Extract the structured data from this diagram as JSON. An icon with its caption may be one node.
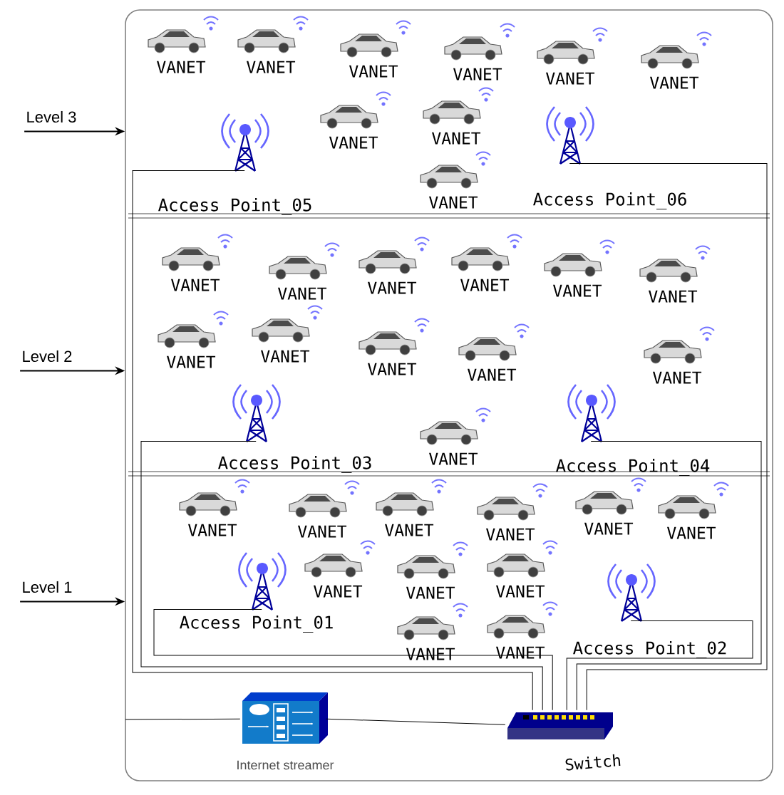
{
  "diagram": {
    "nodes": [
      {
        "text": [],
        "shape": "box"
      },
      {
        "text": [
          "Level 3"
        ]
      },
      {
        "text": [
          "Level 2"
        ]
      },
      {
        "text": [
          "Level 1"
        ]
      },
      {
        "text": [
          "Access Point_05"
        ],
        "in": 0
      },
      {
        "text": [
          "Access Point_06"
        ],
        "in": 0
      },
      {
        "text": [
          "Access Point_03"
        ],
        "in": 0
      },
      {
        "text": [
          "Access Point_04"
        ],
        "in": 0
      },
      {
        "text": [
          "Access Point_01"
        ],
        "in": 0
      },
      {
        "text": [
          "Access Point_02"
        ],
        "in": 0
      },
      {
        "text": [
          "Internet streamer"
        ],
        "in": 0
      },
      {
        "text": [
          "Switch"
        ],
        "in": 0
      }
    ],
    "edges": [
      {
        "from": 1,
        "to": 0,
        "arrow": "to"
      },
      {
        "from": 2,
        "to": 0,
        "arrow": "to"
      },
      {
        "from": 3,
        "to": 0,
        "arrow": "to"
      },
      {
        "from": 4,
        "to": 11,
        "arrow": "none"
      },
      {
        "from": 5,
        "to": 11,
        "arrow": "none"
      },
      {
        "from": 6,
        "to": 11,
        "arrow": "none"
      },
      {
        "from": 7,
        "to": 11,
        "arrow": "none"
      },
      {
        "from": 8,
        "to": 11,
        "arrow": "none"
      },
      {
        "from": 9,
        "to": 11,
        "arrow": "none"
      },
      {
        "from": 10,
        "to": 11,
        "arrow": "none"
      },
      {
        "from": null,
        "to": 10,
        "arrow": "none"
      }
    ],
    "labels": [
      "VANET",
      "VANET",
      "VANET",
      "VANET",
      "VANET",
      "VANET",
      "VANET",
      "VANET",
      "VANET",
      "VANET",
      "VANET",
      "VANET",
      "VANET",
      "VANET",
      "VANET",
      "VANET",
      "VANET",
      "VANET",
      "VANET",
      "VANET",
      "VANET",
      "VANET",
      "VANET",
      "VANET",
      "VANET",
      "VANET",
      "VANET",
      "VANET",
      "VANET",
      "VANET",
      "VANET",
      "VANET"
    ]
  }
}
